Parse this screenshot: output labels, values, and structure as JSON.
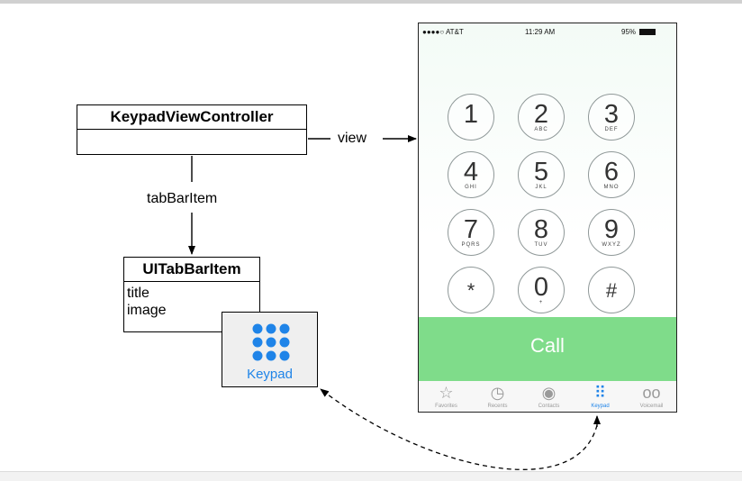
{
  "diagram": {
    "controller": {
      "title": "KeypadViewController"
    },
    "view_edge": {
      "label": "view"
    },
    "tabbar_edge": {
      "label": "tabBarItem"
    },
    "tabbaritem": {
      "title": "UITabBarItem",
      "attributes": [
        "title",
        "image"
      ]
    },
    "tab_preview": {
      "label": "Keypad",
      "icon": "keypad-dots-icon",
      "color": "#1f84e8"
    }
  },
  "phone": {
    "status": {
      "carrier": "●●●●○ AT&T",
      "time": "11:29 AM",
      "battery": "95%"
    },
    "keys": [
      {
        "digit": "1",
        "letters": ""
      },
      {
        "digit": "2",
        "letters": "ABC"
      },
      {
        "digit": "3",
        "letters": "DEF"
      },
      {
        "digit": "4",
        "letters": "GHI"
      },
      {
        "digit": "5",
        "letters": "JKL"
      },
      {
        "digit": "6",
        "letters": "MNO"
      },
      {
        "digit": "7",
        "letters": "PQRS"
      },
      {
        "digit": "8",
        "letters": "TUV"
      },
      {
        "digit": "9",
        "letters": "WXYZ"
      },
      {
        "digit": "*",
        "letters": ""
      },
      {
        "digit": "0",
        "letters": "+"
      },
      {
        "digit": "#",
        "letters": ""
      }
    ],
    "call_label": "Call",
    "call_color": "#7fdc8a",
    "tabs": [
      {
        "label": "Favorites",
        "icon": "star-icon"
      },
      {
        "label": "Recents",
        "icon": "clock-icon"
      },
      {
        "label": "Contacts",
        "icon": "contacts-icon"
      },
      {
        "label": "Keypad",
        "icon": "keypad-dots-icon",
        "active": true
      },
      {
        "label": "Voicemail",
        "icon": "voicemail-icon"
      }
    ]
  }
}
